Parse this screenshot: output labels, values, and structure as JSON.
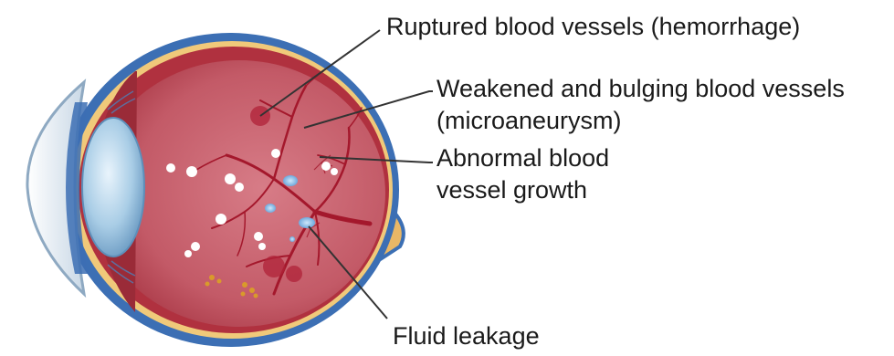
{
  "labels": {
    "hemorrhage": "Ruptured blood vessels (hemorrhage)",
    "microaneurysm_line1": "Weakened and bulging blood vessels",
    "microaneurysm_line2": "(microaneurysm)",
    "growth_line1": "Abnormal blood",
    "growth_line2": "vessel growth",
    "leakage": "Fluid leakage"
  },
  "colors": {
    "sclera_outer": "#3c6fb4",
    "sclera_inner": "#f0c97a",
    "choroid": "#b0313f",
    "retina_interior": "#c9636f",
    "vessel": "#a4182c",
    "lens": "#a9cde6",
    "cornea": "#dfe9f2",
    "optic_nerve": "#e9b766",
    "exudate": "#ffffff",
    "leak": "#8fc6ef",
    "deposit": "#d99a2b",
    "leader_line": "#333333"
  },
  "icons": {
    "eye": "eye-cross-section-icon"
  }
}
